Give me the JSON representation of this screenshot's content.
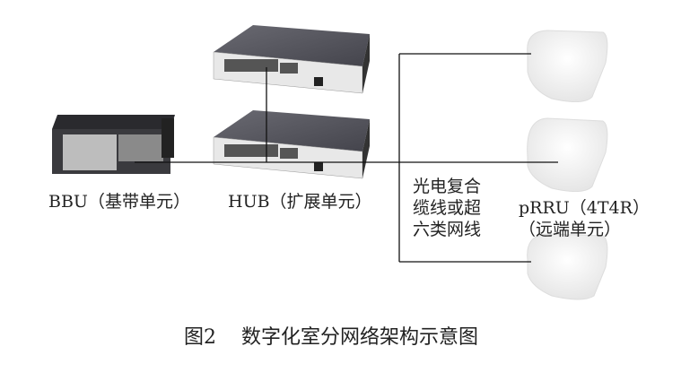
{
  "nodes": {
    "bbu_label": "BBU（基带单元）",
    "hub_label": "HUB（扩展单元）",
    "prru_label_line1": "pRRU（4T4R）",
    "prru_label_line2": "（远端单元）"
  },
  "cable_label": [
    "光电复合",
    "缆线或超",
    "六类网线"
  ],
  "caption": "图2    数字化室分网络架构示意图"
}
